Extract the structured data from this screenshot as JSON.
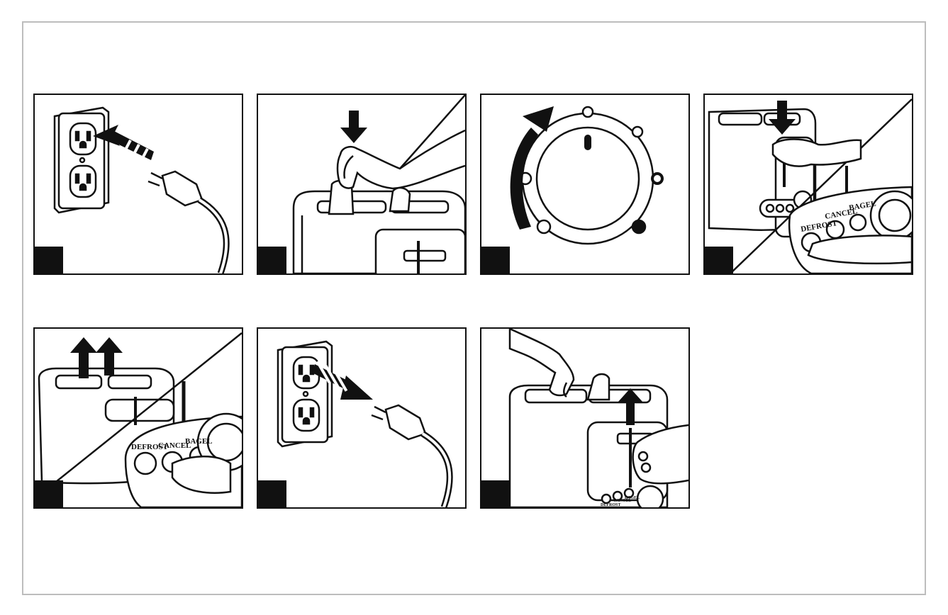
{
  "colors": {
    "ink": "#111111",
    "frame": "#bdbdbd",
    "paper": "#ffffff"
  },
  "panels": [
    {
      "name": "plug-in",
      "icons": [
        "wall-outlet-icon",
        "plug-icon",
        "insert-arrow-icon"
      ]
    },
    {
      "name": "insert-bread",
      "icons": [
        "hand-icon",
        "toaster-icon",
        "down-arrow-icon"
      ]
    },
    {
      "name": "set-shade-dial",
      "icons": [
        "dial-icon",
        "curved-arrow-icon"
      ]
    },
    {
      "name": "press-lever-and-select",
      "icons": [
        "toaster-icon",
        "hand-icon",
        "down-arrow-icon"
      ],
      "button_labels": [
        "DEFROST",
        "CANCEL",
        "BAGEL"
      ]
    },
    {
      "name": "cancel-toast-pops-up",
      "icons": [
        "toaster-icon",
        "hand-icon",
        "up-arrow-icon"
      ],
      "button_labels": [
        "DEFROST",
        "CANCEL",
        "BAGEL"
      ]
    },
    {
      "name": "unplug",
      "icons": [
        "wall-outlet-icon",
        "plug-icon",
        "remove-arrow-icon"
      ]
    },
    {
      "name": "lift-and-remove",
      "icons": [
        "toaster-icon",
        "hand-icon",
        "up-arrow-icon"
      ],
      "button_labels": [
        "DEFROST",
        "CANCEL",
        "BAGEL"
      ]
    }
  ]
}
